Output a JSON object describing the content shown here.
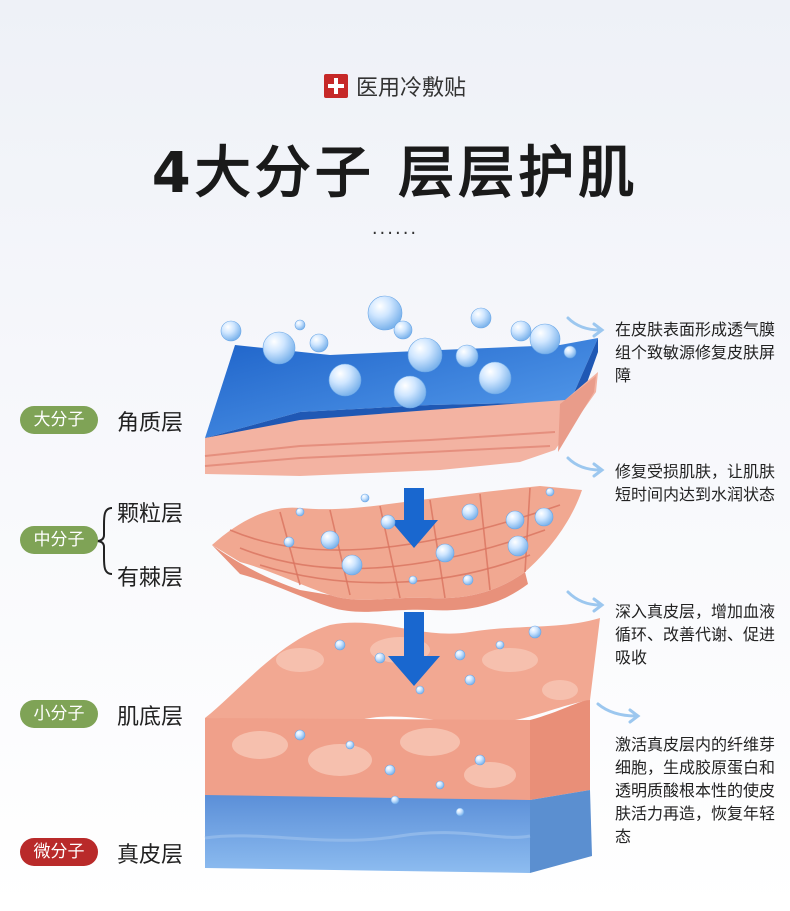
{
  "header": {
    "badge_text": "医用冷敷贴",
    "title": "4大分子 层层护肌",
    "dots": "......"
  },
  "layers": [
    {
      "pill": "大分子",
      "pill_color": "#7fa356",
      "labels": [
        "角质层"
      ]
    },
    {
      "pill": "中分子",
      "pill_color": "#7fa356",
      "labels": [
        "颗粒层",
        "有棘层"
      ]
    },
    {
      "pill": "小分子",
      "pill_color": "#7fa356",
      "labels": [
        "肌底层"
      ]
    },
    {
      "pill": "微分子",
      "pill_color": "#b92a2a",
      "labels": [
        "真皮层"
      ]
    }
  ],
  "descriptions": [
    "在皮肤表面形成透气膜组个致敏源修复皮肤屏障",
    "修复受损肌肤，让肌肤短时间内达到水润状态",
    "深入真皮层，增加血液循环、改善代谢、促进吸收",
    "激活真皮层内的纤维芽细胞，生成胶原蛋白和透明质酸根本性的使皮肤活力再造，恢复年轻态"
  ],
  "colors": {
    "accent_blue": "#1565c0",
    "skin_pink": "#f0a592",
    "dermis_blue": "#5d8fd6"
  },
  "icons": [
    "medical-cross-icon",
    "down-arrow-icon",
    "curved-arrow-icon",
    "water-droplet-icon"
  ]
}
